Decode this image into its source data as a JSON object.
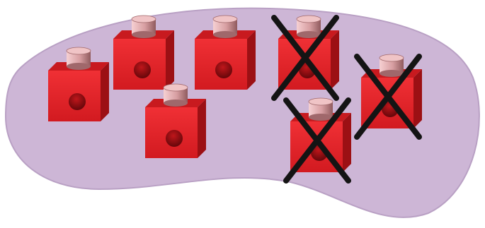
{
  "colors": {
    "background": "#ffffff",
    "region_fill": "#cdb6d6",
    "region_stroke": "#b9a0c4",
    "cube_front": "#e8262b",
    "cube_top": "#c81a1f",
    "cube_side": "#9c1014",
    "cube_hole": "#6e080b",
    "peg_light": "#f0c4c6",
    "peg_dark": "#a0686b",
    "cross": "#141414"
  },
  "region": {
    "shape": "bean",
    "label": ""
  },
  "cubes": [
    {
      "name": "cube-1",
      "crossed": false
    },
    {
      "name": "cube-2",
      "crossed": false
    },
    {
      "name": "cube-3",
      "crossed": false
    },
    {
      "name": "cube-4",
      "crossed": true
    },
    {
      "name": "cube-5",
      "crossed": false
    },
    {
      "name": "cube-6",
      "crossed": true
    },
    {
      "name": "cube-7",
      "crossed": true
    }
  ],
  "summary": {
    "total_cubes": 7,
    "crossed_out": 3,
    "remaining": 4
  }
}
